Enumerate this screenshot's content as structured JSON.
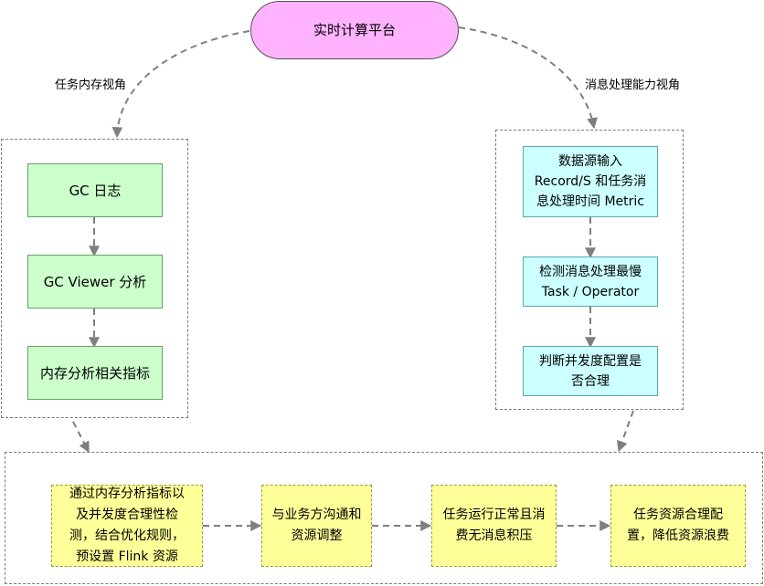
{
  "platform": {
    "label": "实时计算平台"
  },
  "edge_labels": {
    "memory_view": "任务内存视角",
    "throughput_view": "消息处理能力视角"
  },
  "memory_flow": [
    {
      "label": "GC 日志"
    },
    {
      "label": "GC Viewer 分析"
    },
    {
      "label": "内存分析相关指标"
    }
  ],
  "throughput_flow": [
    {
      "label": "数据源输入\nRecord/S 和任务消\n息处理时间 Metric"
    },
    {
      "label": "检测消息处理最慢\nTask / Operator"
    },
    {
      "label": "判断并发度配置是\n否合理"
    }
  ],
  "outcome_flow": [
    {
      "label": "通过内存分析指标以\n及并发度合理性检\n测，结合优化规则，\n预设置 Flink 资源"
    },
    {
      "label": "与业务方沟通和\n资源调整"
    },
    {
      "label": "任务运行正常且消\n费无消息积压"
    },
    {
      "label": "任务资源合理配\n置，降低资源浪费"
    }
  ],
  "colors": {
    "platform_fill": "#ffb3ff",
    "memory_fill": "#ccffcc",
    "throughput_fill": "#ccffff",
    "outcome_fill": "#ffff99",
    "connector": "#7f7f7f"
  }
}
